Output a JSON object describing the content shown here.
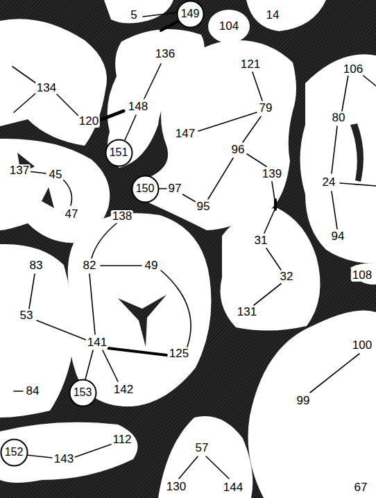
{
  "diagram": {
    "nodes": [
      {
        "text": [
          "149"
        ]
      },
      {
        "text": [
          "151"
        ]
      },
      {
        "text": [
          "150"
        ]
      },
      {
        "text": [
          "153"
        ]
      },
      {
        "text": [
          "152"
        ]
      }
    ],
    "labels": [
      "5",
      "104",
      "14",
      "136",
      "134",
      "120",
      "148",
      "121",
      "79",
      "106",
      "80",
      "147",
      "96",
      "139",
      "137",
      "45",
      "24",
      "47",
      "97",
      "95",
      "138",
      "31",
      "94",
      "108",
      "83",
      "82",
      "49",
      "32",
      "53",
      "131",
      "141",
      "100",
      "125",
      "84",
      "142",
      "99",
      "112",
      "143",
      "57",
      "130",
      "144",
      "67"
    ]
  }
}
